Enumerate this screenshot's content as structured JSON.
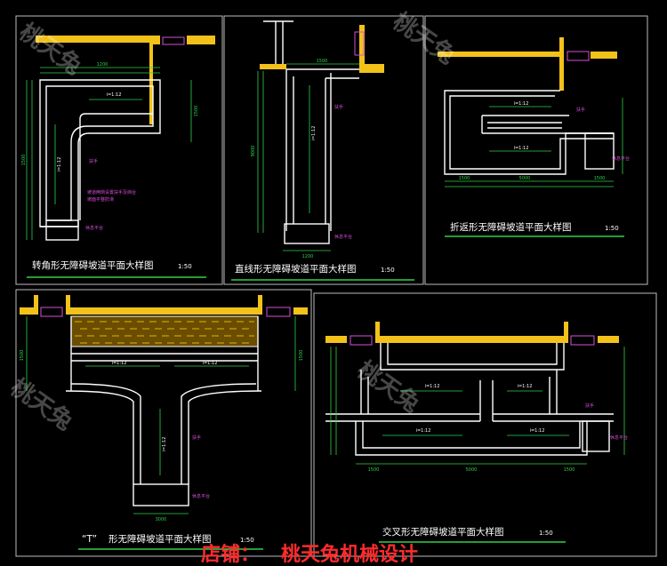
{
  "colors": {
    "background": "#000000",
    "wall": "#f2c21a",
    "outline": "#ffffff",
    "dim": "#2fd14a",
    "note": "#d64fd6",
    "title": "#ffffff",
    "title_underline": "#2fd14a",
    "watermark": "#ff2b2b",
    "frame": "#bdbdbd",
    "hatch": "#e3b400"
  },
  "panels": {
    "corner": {
      "title": "转角形无障碍坡道平面大样图",
      "scale": "1:50",
      "slope": "i=1:12",
      "handrail": "扶手",
      "note1": "坡道两侧设置扶手及挡台",
      "note2": "坡面平整防滑",
      "platform": "休息平台",
      "dims": [
        "1200",
        "1500",
        "1500"
      ]
    },
    "straight": {
      "title": "直线形无障碍坡道平面大样图",
      "scale": "1:50",
      "slope": "i=1:12",
      "handrail": "扶手",
      "platform": "休息平台",
      "dims": [
        "1200",
        "1500",
        "9000"
      ]
    },
    "switchback": {
      "title": "折返形无障碍坡道平面大样图",
      "scale": "1:50",
      "slope": "i=1:12",
      "handrail": "扶手",
      "platform": "休息平台",
      "dims": [
        "1500",
        "5000",
        "1500"
      ]
    },
    "tshape": {
      "title_quoted": "“T”",
      "title": "形无障碍坡道平面大样图",
      "scale": "1:50",
      "slope": "i=1:12",
      "handrail": "扶手",
      "platform": "休息平台",
      "dims": [
        "1500",
        "3000",
        "1500"
      ]
    },
    "cross": {
      "title": "交叉形无障碍坡道平面大样图",
      "scale": "1:50",
      "slope": "i=1:12",
      "handrail": "扶手",
      "platform": "休息平台",
      "dims": [
        "1500",
        "5000",
        "1500"
      ]
    }
  },
  "watermark": {
    "text": "桃天兔",
    "shop_label": "店铺：",
    "shop_name": "桃天兔机械设计"
  }
}
